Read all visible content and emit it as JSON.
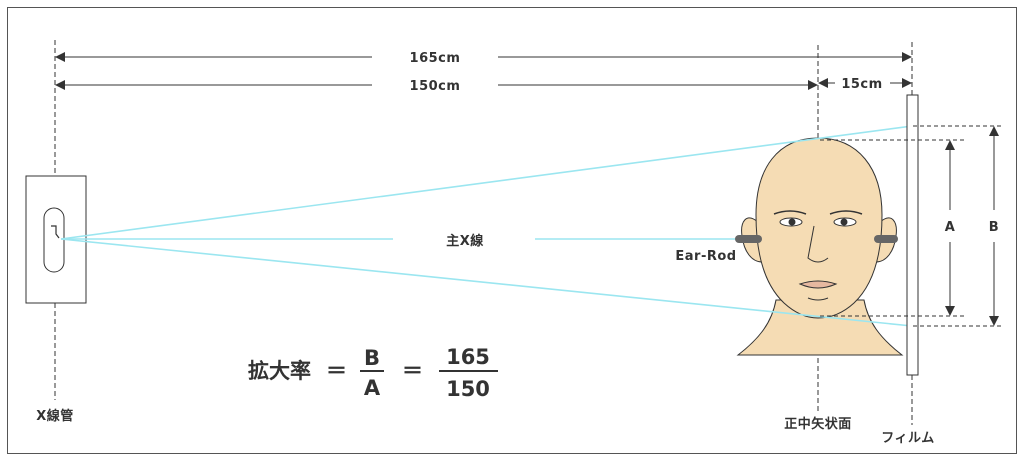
{
  "colors": {
    "frame": "#555555",
    "line": "#333333",
    "beam": "#9be6f0",
    "skin": "#f5dcb4",
    "ear_rod": "#666666"
  },
  "labels": {
    "dist_total": "165cm",
    "dist_to_midsagittal": "150cm",
    "dist_to_film": "15cm",
    "central_ray": "主X線",
    "ear_rod": "Ear-Rod",
    "label_a": "A",
    "label_b": "B",
    "xray_tube": "X線管",
    "midsagittal_plane": "正中矢状面",
    "film": "フィルム"
  },
  "formula": {
    "name": "拡大率",
    "equals": "＝",
    "equals2": "＝",
    "numerator_symbol": "B",
    "denominator_symbol": "A",
    "numerator_value": "165",
    "denominator_value": "150"
  }
}
